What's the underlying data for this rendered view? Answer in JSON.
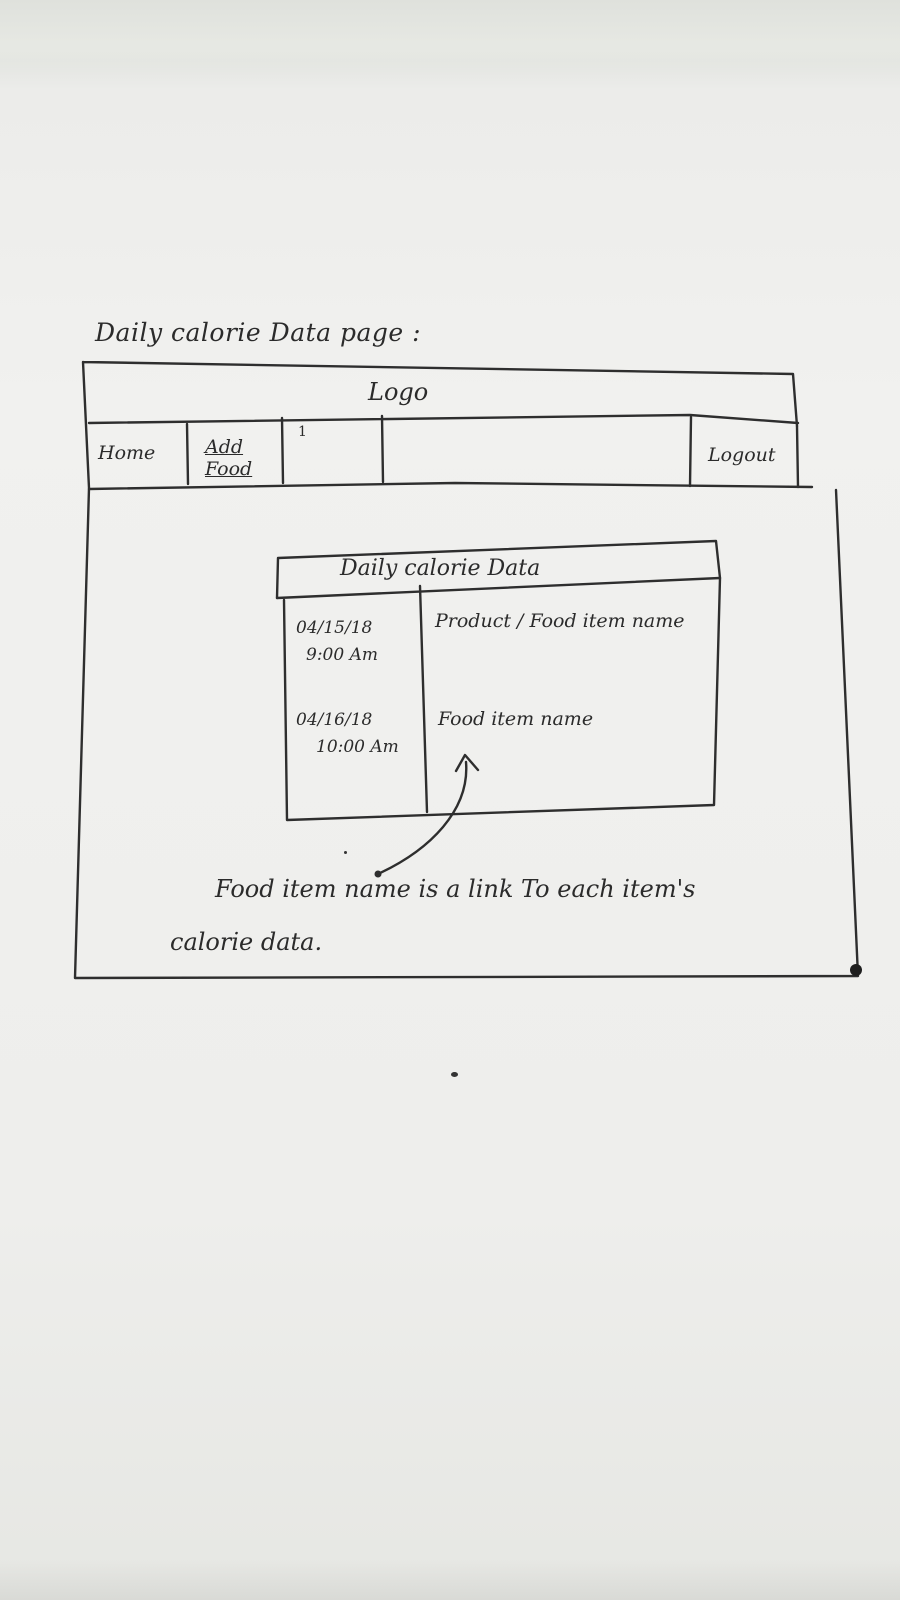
{
  "sketch": {
    "page_title": "Daily calorie Data page :",
    "logo": "Logo",
    "nav": {
      "home": "Home",
      "add_food_line1": "Add",
      "add_food_line2": "Food",
      "blank_mark": "1",
      "logout": "Logout"
    },
    "table": {
      "title": "Daily calorie Data",
      "rows": [
        {
          "date": "04/15/18",
          "time": "9:00 Am",
          "item": "Product / Food item name"
        },
        {
          "date": "04/16/18",
          "time": "10:00 Am",
          "item": "Food item name"
        }
      ]
    },
    "annotation": {
      "line1": "Food item name is a link To each item's",
      "line2": "calorie data."
    }
  }
}
